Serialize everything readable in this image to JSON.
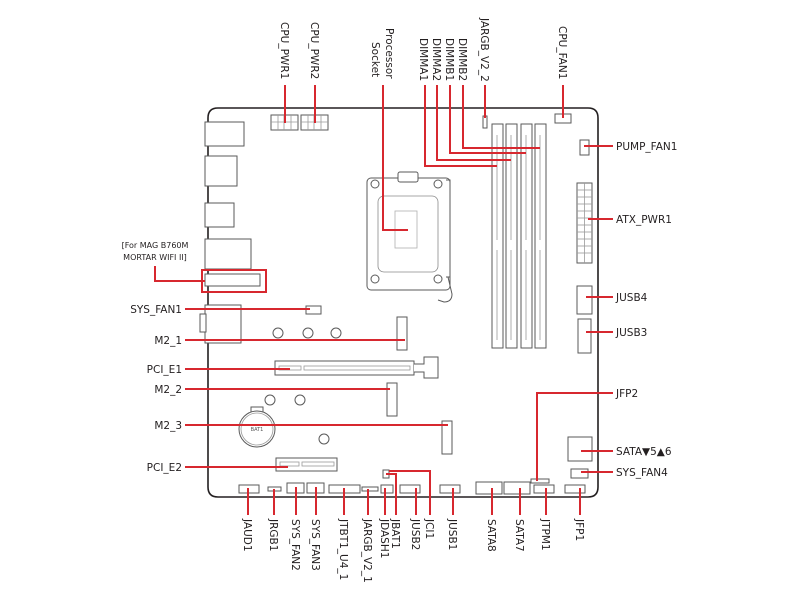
{
  "diagram": {
    "title": "Motherboard layout",
    "colors": {
      "leader": "#d7282f",
      "outline": "#231f20",
      "parts": "#5a5a5a"
    },
    "top_labels": {
      "cpu_pwr1": "CPU_PWR1",
      "cpu_pwr2": "CPU_PWR2",
      "processor_socket_line1": "Processor",
      "processor_socket_line2": "Socket",
      "dimma1": "DIMMA1",
      "dimma2": "DIMMA2",
      "dimmb1": "DIMMB1",
      "dimmb2": "DIMMB2",
      "jargb_v2_2": "JARGB_V2_2",
      "cpu_fan1": "CPU_FAN1"
    },
    "left_labels": {
      "note_line1": "[For MAG B760M",
      "note_line2": "MORTAR WIFI II]",
      "sys_fan1": "SYS_FAN1",
      "m2_1": "M2_1",
      "pci_e1": "PCI_E1",
      "m2_2": "M2_2",
      "m2_3": "M2_3",
      "pci_e2": "PCI_E2"
    },
    "right_labels": {
      "pump_fan1": "PUMP_FAN1",
      "atx_pwr1": "ATX_PWR1",
      "jusb4": "JUSB4",
      "jusb3": "JUSB3",
      "jfp2": "JFP2",
      "sata56": "SATA▼5▲6",
      "sys_fan4": "SYS_FAN4"
    },
    "bottom_labels": {
      "jaud1": "JAUD1",
      "jrgb1": "JRGB1",
      "sys_fan2": "SYS_FAN2",
      "sys_fan3": "SYS_FAN3",
      "jtbt1_u4_1": "JTBT1_U4_1",
      "jargb_v2_1": "JARGB_V2_1",
      "jdash1": "JDASH1",
      "jbat1": "JBAT1",
      "jusb2": "JUSB2",
      "jci1": "JCI1",
      "jusb1": "JUSB1",
      "sata8": "SATA8",
      "sata7": "SATA7",
      "jtpm1": "JTPM1",
      "jfp1": "JFP1"
    },
    "battery_label": "BAT1"
  }
}
